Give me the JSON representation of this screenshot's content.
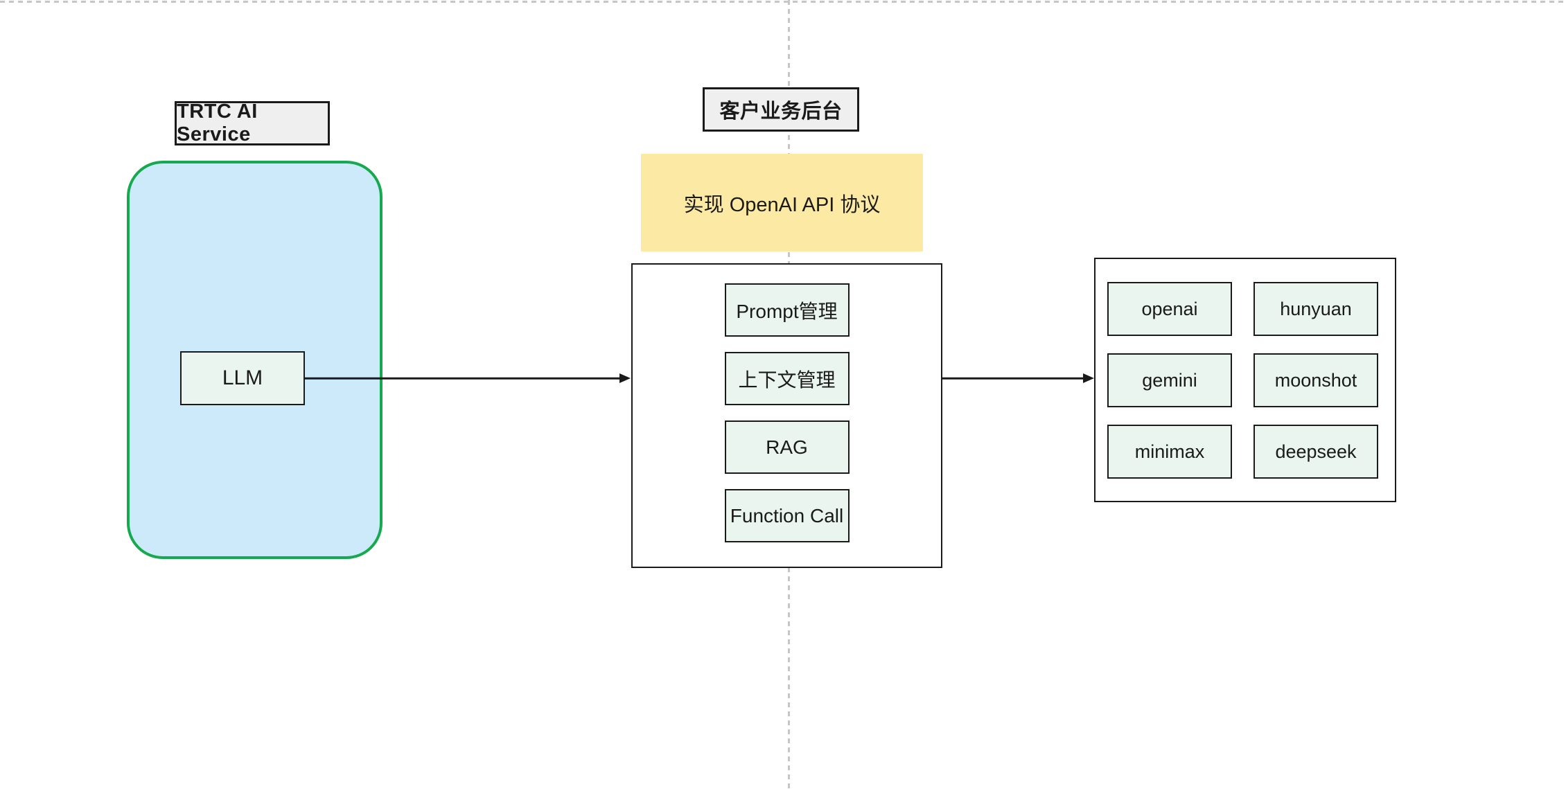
{
  "diagram": {
    "trtc_group": {
      "label": "TRTC AI Service",
      "llm_label": "LLM"
    },
    "backend_group": {
      "label": "客户业务后台",
      "protocol_note": "实现 OpenAI API 协议",
      "modules": [
        "Prompt管理",
        "上下文管理",
        "RAG",
        "Function Call"
      ]
    },
    "providers": [
      "openai",
      "hunyuan",
      "gemini",
      "moonshot",
      "minimax",
      "deepseek"
    ]
  },
  "colors": {
    "accent_green": "#15aa4f",
    "fill_blue": "#cdeafa",
    "fill_mint": "#e9f5ee",
    "fill_yellow": "#fce9a4",
    "fill_label_gray": "#efefef",
    "line_black": "#1a1a1a",
    "dash_gray": "#c6c6c6"
  }
}
